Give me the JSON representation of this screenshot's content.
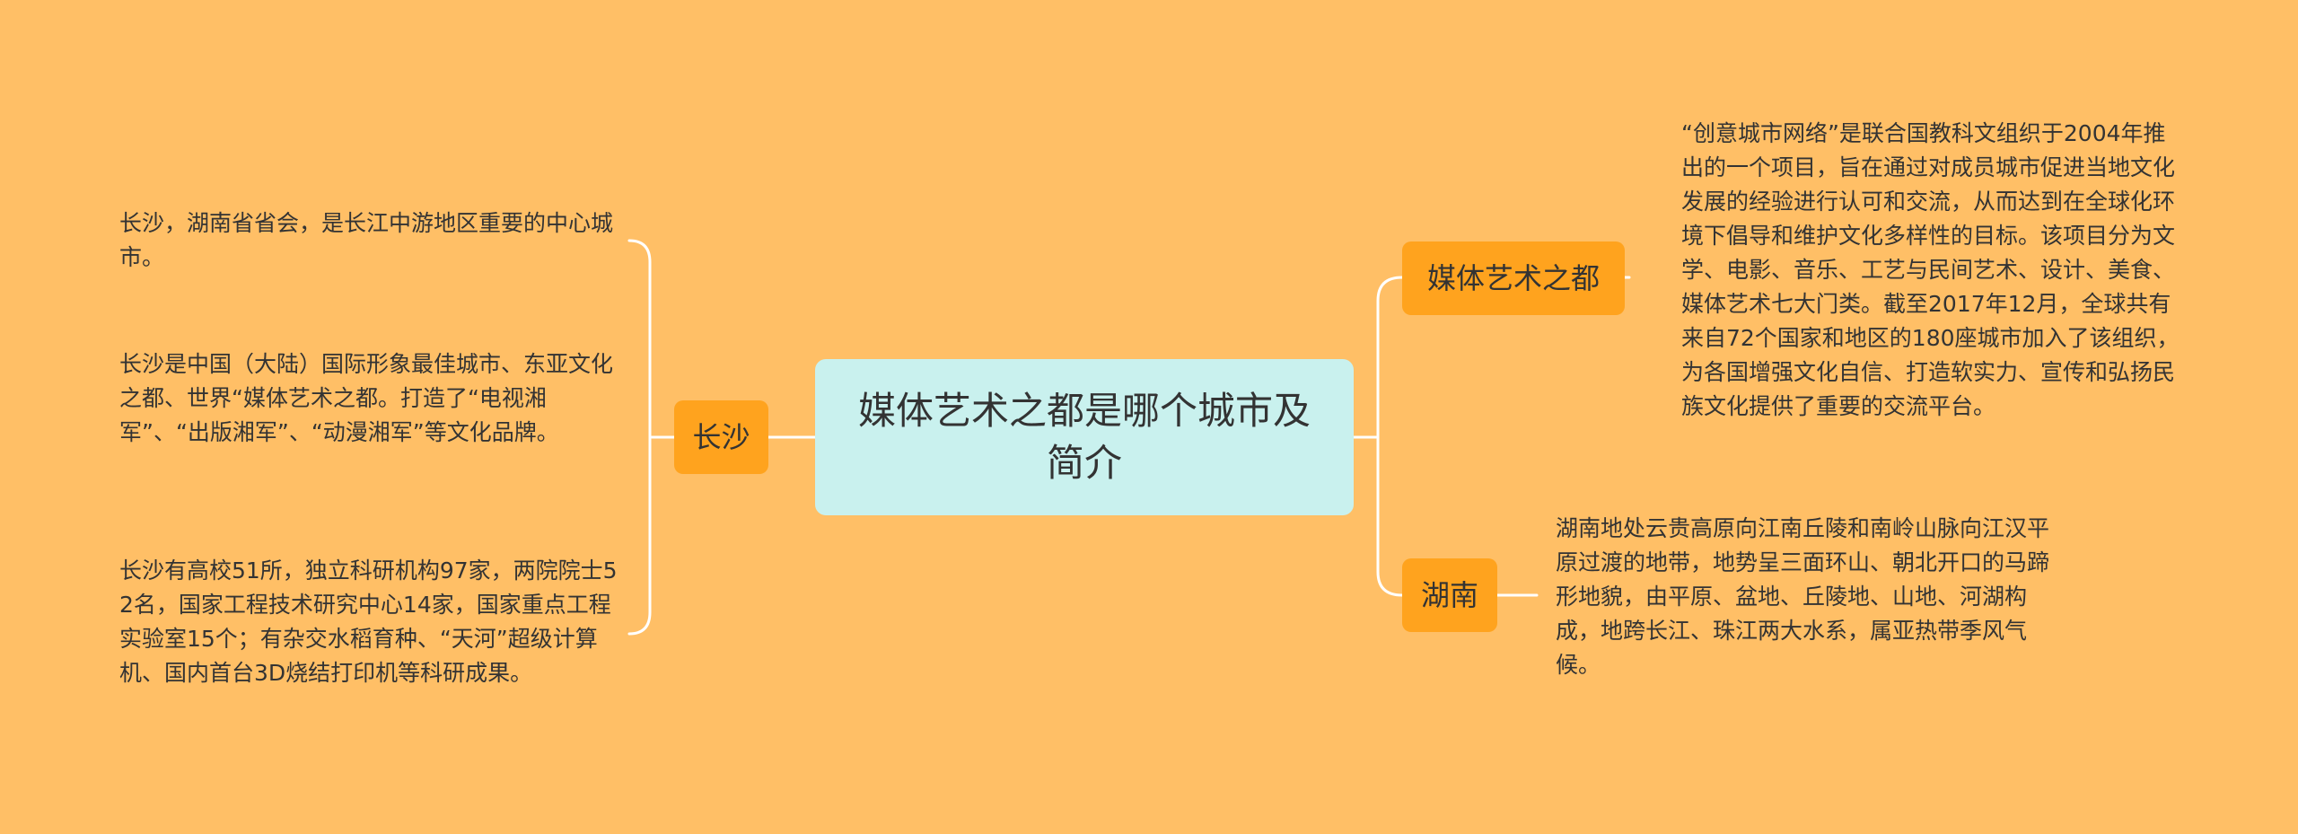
{
  "root": {
    "label": "媒体艺术之都是哪个城市及简介"
  },
  "left": {
    "branch": "长沙",
    "leaves": [
      "长沙，湖南省省会，是长江中游地区重要的中心城市。",
      "长沙是中国（大陆）国际形象最佳城市、东亚文化之都、世界“媒体艺术之都。打造了“电视湘军”、“出版湘军”、“动漫湘军”等文化品牌。",
      "长沙有高校51所，独立科研机构97家，两院院士52名，国家工程技术研究中心14家，国家重点工程实验室15个；有杂交水稻育种、“天河”超级计算机、国内首台3D烧结打印机等科研成果。"
    ]
  },
  "right": [
    {
      "branch": "媒体艺术之都",
      "leaf": "“创意城市网络”是联合国教科文组织于2004年推出的一个项目，旨在通过对成员城市促进当地文化发展的经验进行认可和交流，从而达到在全球化环境下倡导和维护文化多样性的目标。该项目分为文学、电影、音乐、工艺与民间艺术、设计、美食、媒体艺术七大门类。截至2017年12月，全球共有来自72个国家和地区的180座城市加入了该组织，为各国增强文化自信、打造软实力、宣传和弘扬民族文化提供了重要的交流平台。"
    },
    {
      "branch": "湖南",
      "leaf": "湖南地处云贵高原向江南丘陵和南岭山脉向江汉平原过渡的地带，地势呈三面环山、朝北开口的马蹄形地貌，由平原、盆地、丘陵地、山地、河湖构成，地跨长江、珠江两大水系，属亚热带季风气候。"
    }
  ],
  "colors": {
    "background": "#FFBF66",
    "root_fill": "#C9F1EE",
    "branch_fill": "#FFA31E",
    "connector": "#FFFFFF",
    "text": "#333333"
  }
}
